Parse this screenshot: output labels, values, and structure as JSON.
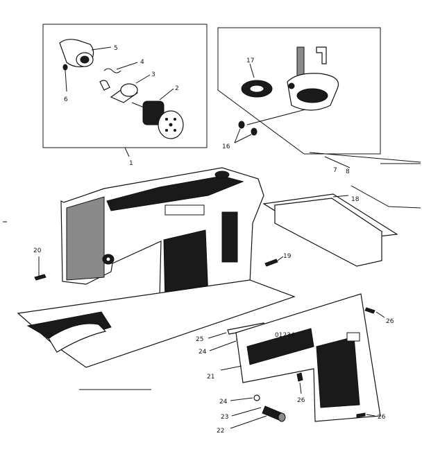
{
  "diagram": {
    "inset_left": {
      "label": "1",
      "parts": [
        "5",
        "4",
        "3",
        "2",
        "6"
      ]
    },
    "inset_right": {
      "label": "7",
      "parts": [
        "17",
        "16"
      ]
    },
    "callouts": {
      "p1": "1",
      "p2": "2",
      "p3": "3",
      "p4": "4",
      "p5": "5",
      "p6": "6",
      "p7": "7",
      "p8": "8",
      "p16": "16",
      "p17": "17",
      "p18": "18",
      "p19": "19",
      "p20": "20",
      "p21": "21",
      "p22": "22",
      "p23": "23",
      "p24a": "24",
      "p24b": "24",
      "p25": "25",
      "p26a": "26",
      "p26b": "26",
      "p26c": "26"
    },
    "panel_text": {
      "scale": "01234"
    }
  }
}
